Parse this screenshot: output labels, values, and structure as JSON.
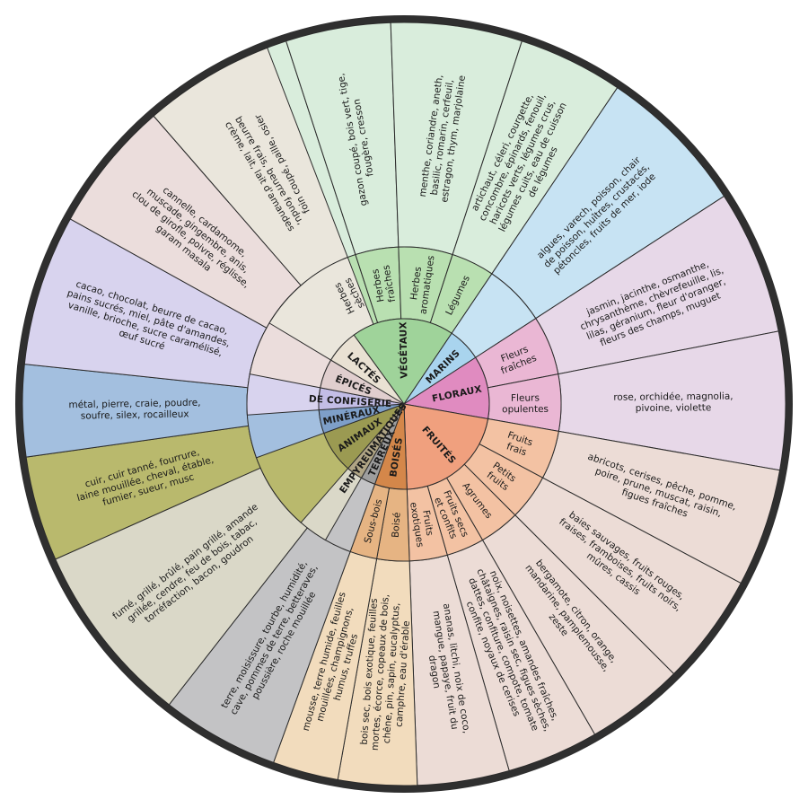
{
  "wheel": {
    "categories": [
      {
        "id": "vegetaux",
        "label": "VÉGÉTAUX",
        "start": -36,
        "end": 34,
        "color": "#9fd39a",
        "subs": [
          {
            "label": [
              "Herbes",
              "sèches"
            ],
            "start": -36,
            "end": -18,
            "color": "#b9e0b1",
            "descs": [
              {
                "lines": [
                  "foin coupé, paille, osier"
                ],
                "start": -36,
                "end": -18,
                "color": "#d9eddc"
              }
            ]
          },
          {
            "label": [
              "Herbes",
              "fraîches"
            ],
            "start": -18,
            "end": -2,
            "color": "#b9e0b1",
            "descs": [
              {
                "lines": [
                  "gazon coupé, bois vert, tige,",
                  "fougère, cresson"
                ],
                "start": -18,
                "end": -2,
                "color": "#d9eddc"
              }
            ]
          },
          {
            "label": [
              "Herbes",
              "aromatiques"
            ],
            "start": -2,
            "end": 18,
            "color": "#b9e0b1",
            "descs": [
              {
                "lines": [
                  "menthe, coriandre, aneth,",
                  "basilic, romarin, cerfeuil,",
                  "estragon, thym, marjolaine"
                ],
                "start": -2,
                "end": 18,
                "color": "#d9eddc"
              }
            ]
          },
          {
            "label": [
              "Légumes"
            ],
            "start": 18,
            "end": 34,
            "color": "#b9e0b1",
            "descs": [
              {
                "lines": [
                  "artichaut, céleri, courgette,",
                  "concombre, épinards, fenouil,",
                  "haricots verts, légumes crus,",
                  "légumes cuits, eau de cuisson",
                  "de légumes"
                ],
                "start": 18,
                "end": 34,
                "color": "#d9eddc"
              }
            ]
          }
        ]
      },
      {
        "id": "marins",
        "label": "MARINS",
        "start": 34,
        "end": 57,
        "color": "#a9d4ee",
        "subs": [],
        "descs": [
          {
            "lines": [
              "algues, varech, poisson, chair",
              "de poisson, huîtres, crustacés,",
              "pétoncles, fruits de mer, iode"
            ],
            "start": 34,
            "end": 57,
            "color": "#c7e3f3"
          }
        ]
      },
      {
        "id": "floraux",
        "label": "FLORAUX",
        "start": 57,
        "end": 100,
        "color": "#e08bc0",
        "subs": [
          {
            "label": [
              "Fleurs",
              "fraîches"
            ],
            "start": 57,
            "end": 79,
            "color": "#eab7d4",
            "descs": [
              {
                "lines": [
                  "jasmin, jacinthe, osmanthe,",
                  "chrysanthème, chèvrefeuille, lis,",
                  "lilas, géranium, fleur d'oranger,",
                  "fleurs des champs, muguet"
                ],
                "start": 57,
                "end": 79,
                "color": "#e7d8e8"
              }
            ]
          },
          {
            "label": [
              "Fleurs",
              "opulentes"
            ],
            "start": 79,
            "end": 100,
            "color": "#eab7d4",
            "descs": [
              {
                "lines": [
                  "rose, orchidée, magnolia,",
                  "pivoine, violette"
                ],
                "start": 79,
                "end": 100,
                "color": "#e7d8e8"
              }
            ]
          }
        ]
      },
      {
        "id": "fruites",
        "label": "FRUITÉS",
        "start": 100,
        "end": 178,
        "color": "#f0a07e",
        "subs": [
          {
            "label": [
              "Fruits",
              "frais"
            ],
            "start": 100,
            "end": 118,
            "color": "#f3c2a3",
            "descs": [
              {
                "lines": [
                  "abricots, cerises, pêche, pomme,",
                  "poire, prune, muscat, raisin,",
                  "figues fraîches"
                ],
                "start": 100,
                "end": 118,
                "color": "#ecdcd6"
              }
            ]
          },
          {
            "label": [
              "Petits",
              "fruits"
            ],
            "start": 118,
            "end": 135,
            "color": "#f3c2a3",
            "descs": [
              {
                "lines": [
                  "baies sauvages, fruits rouges,",
                  "fraises, framboises, fruits noirs,",
                  "mûres, cassis"
                ],
                "start": 118,
                "end": 135,
                "color": "#ecdcd6"
              }
            ]
          },
          {
            "label": [
              "Agrumes"
            ],
            "start": 135,
            "end": 150,
            "color": "#f3c2a3",
            "descs": [
              {
                "lines": [
                  "bergamote, citron, orange,",
                  "mandarine, pamplemousse,",
                  "zeste"
                ],
                "start": 135,
                "end": 150,
                "color": "#ecdcd6"
              }
            ]
          },
          {
            "label": [
              "Fruits secs",
              "et confits"
            ],
            "start": 150,
            "end": 164,
            "color": "#f3c2a3",
            "descs": [
              {
                "lines": [
                  "noix, noisettes, amandes fraîches,",
                  "châtaignes, raisin sec, figues sèches,",
                  "dattes, confiture, compote, tomate",
                  "confite, noyaux de cerises"
                ],
                "start": 150,
                "end": 164,
                "color": "#ecdcd6"
              }
            ]
          },
          {
            "label": [
              "Fruits",
              "exotiques"
            ],
            "start": 164,
            "end": 178,
            "color": "#f3c2a3",
            "descs": [
              {
                "lines": [
                  "ananas, litchi, noix de coco,",
                  "mangue, papaye, fruit du",
                  "dragon"
                ],
                "start": 164,
                "end": 178,
                "color": "#ecdcd6"
              }
            ]
          }
        ]
      },
      {
        "id": "boises",
        "label": "BOISÉS",
        "start": 178,
        "end": 200,
        "color": "#d4874a",
        "subs": [
          {
            "label": [
              "Boisé"
            ],
            "start": 178,
            "end": 190,
            "color": "#e6b483",
            "descs": [
              {
                "lines": [
                  "bois sec, bois exotique, feuilles",
                  "mortes, écorce, copeaux de bois,",
                  "chêne, pin, sapin, eucalyptus,",
                  "camphre, eau d'érable"
                ],
                "start": 178,
                "end": 190,
                "color": "#f2dcbd"
              }
            ]
          },
          {
            "label": [
              "Sous-bois"
            ],
            "start": 190,
            "end": 200,
            "color": "#e6b483",
            "descs": [
              {
                "lines": [
                  "mousse, terre humide, feuilles",
                  "mouillées, champignons,",
                  "humus, truffes"
                ],
                "start": 190,
                "end": 200,
                "color": "#f2dcbd"
              }
            ]
          }
        ]
      },
      {
        "id": "terreux",
        "label": "TERREUX",
        "start": 200,
        "end": 210,
        "color": "#9e9e9e",
        "subs": [],
        "descs": [
          {
            "lines": [
              "terre, moisissure, tourbe, humidité,",
              "cave, pommes de terre, betteraves,",
              "poussière, roche mouillée"
            ],
            "start": 200,
            "end": 218,
            "color": "#c3c3c5"
          }
        ]
      },
      {
        "id": "empyreumatiques",
        "label": "EMPYREUMATIQUES",
        "start": 210,
        "end": 221,
        "color": "#b0a585",
        "subs": [],
        "descs": [
          {
            "lines": [
              "fumé, grillé, brûlé, pain grillé, amande",
              "grillée, cendre, feu de bois, tabac,",
              "torréfaction, bacon, goudron"
            ],
            "start": 218,
            "end": 246,
            "color": "#dad8c8"
          }
        ]
      },
      {
        "id": "animaux",
        "label": "ANIMAUX",
        "start": 221,
        "end": 250,
        "color": "#9b9a52",
        "subs": [],
        "descs": [
          {
            "lines": [
              "cuir, cuir tanné, fourrure,",
              "laine mouillée, cheval, étable,",
              "fumier, sueur, musc"
            ],
            "start": 246,
            "end": 262,
            "color": "#b9b96d"
          }
        ]
      },
      {
        "id": "mineraux",
        "label": "MINÉRAUX",
        "start": 250,
        "end": 266,
        "color": "#7e9fc8",
        "subs": [],
        "descs": [
          {
            "lines": [
              "métal, pierre, craie, poudre,",
              "soufre, silex, rocailleux"
            ],
            "start": 262,
            "end": 276,
            "color": "#a3bfdf"
          }
        ]
      },
      {
        "id": "confiserie",
        "label": "DE CONFISERIE",
        "start": 266,
        "end": 281,
        "color": "#c3bde6",
        "subs": [],
        "descs": [
          {
            "lines": [
              "cacao, chocolat, beurre de cacao,",
              "pains sucrés, miel, pâte d'amandes,",
              "vanille, brioche, sucre caramélisé,",
              "œuf sucré"
            ],
            "start": 276,
            "end": 299,
            "color": "#d8d3ee"
          }
        ]
      },
      {
        "id": "epices",
        "label": "ÉPICÉS",
        "start": 281,
        "end": 301,
        "color": "#e0cece",
        "subs": [],
        "descs": [
          {
            "lines": [
              "cannelle, cardamome,",
              "muscade, gingembre, anis,",
              "clou de girofle, poivre, réglisse,",
              "garam masala"
            ],
            "start": 299,
            "end": 319,
            "color": "#ebdddc"
          }
        ]
      },
      {
        "id": "lactes",
        "label": "LACTÉS",
        "start": 301,
        "end": 324,
        "color": "#e9e1d3",
        "subs": [],
        "descs": [
          {
            "lines": [
              "beurre frais, beurre fondu,",
              "crème, lait, lait d'amandes"
            ],
            "start": 319,
            "end": 339,
            "color": "#eae6dc"
          }
        ]
      }
    ]
  }
}
